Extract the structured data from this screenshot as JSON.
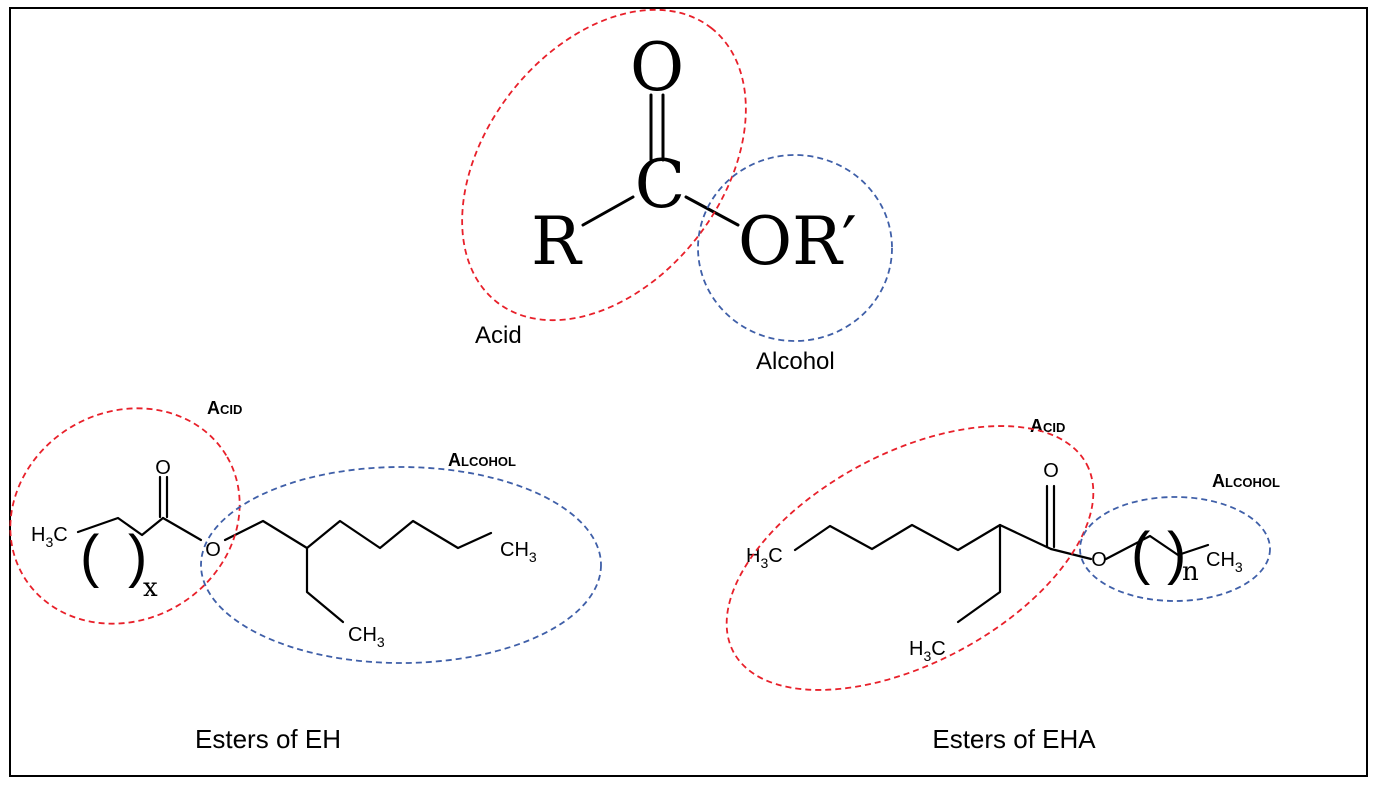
{
  "colors": {
    "acid_ring": "#e8202a",
    "alcohol_ring": "#3f5fa8",
    "frame": "#000000"
  },
  "general_ester": {
    "atom_o": "O",
    "atom_c": "C",
    "atom_r": "R",
    "atom_or": "OR′",
    "label_acid": "Acid",
    "label_alcohol": "Alcohol"
  },
  "ester_eh": {
    "acid_tag_cap": "A",
    "acid_tag_rest": "CID",
    "alcohol_tag_cap": "A",
    "alcohol_tag_rest": "LCOHOL",
    "atom_o_carbonyl": "O",
    "atom_o_ester": "O",
    "h3c_h": "H",
    "h3c_sub": "3",
    "h3c_c": "C",
    "ch3_right_ch": "CH",
    "ch3_right_sub": "3",
    "ch3_bottom_ch": "CH",
    "ch3_bottom_sub": "3",
    "paren_open": "(",
    "paren_close": ")",
    "repeat_subscript": "x",
    "caption": "Esters of EH"
  },
  "ester_eha": {
    "acid_tag_cap": "A",
    "acid_tag_rest": "CID",
    "alcohol_tag_cap": "A",
    "alcohol_tag_rest": "LCOHOL",
    "atom_o_carbonyl": "O",
    "atom_o_ester": "O",
    "h3c_left_h": "H",
    "h3c_left_sub": "3",
    "h3c_left_c": "C",
    "h3c_bottom_h": "H",
    "h3c_bottom_sub": "3",
    "h3c_bottom_c": "C",
    "ch3_right_ch": "CH",
    "ch3_right_sub": "3",
    "paren_open": "(",
    "paren_close": ")",
    "repeat_subscript": "n",
    "caption": "Esters of EHA"
  }
}
